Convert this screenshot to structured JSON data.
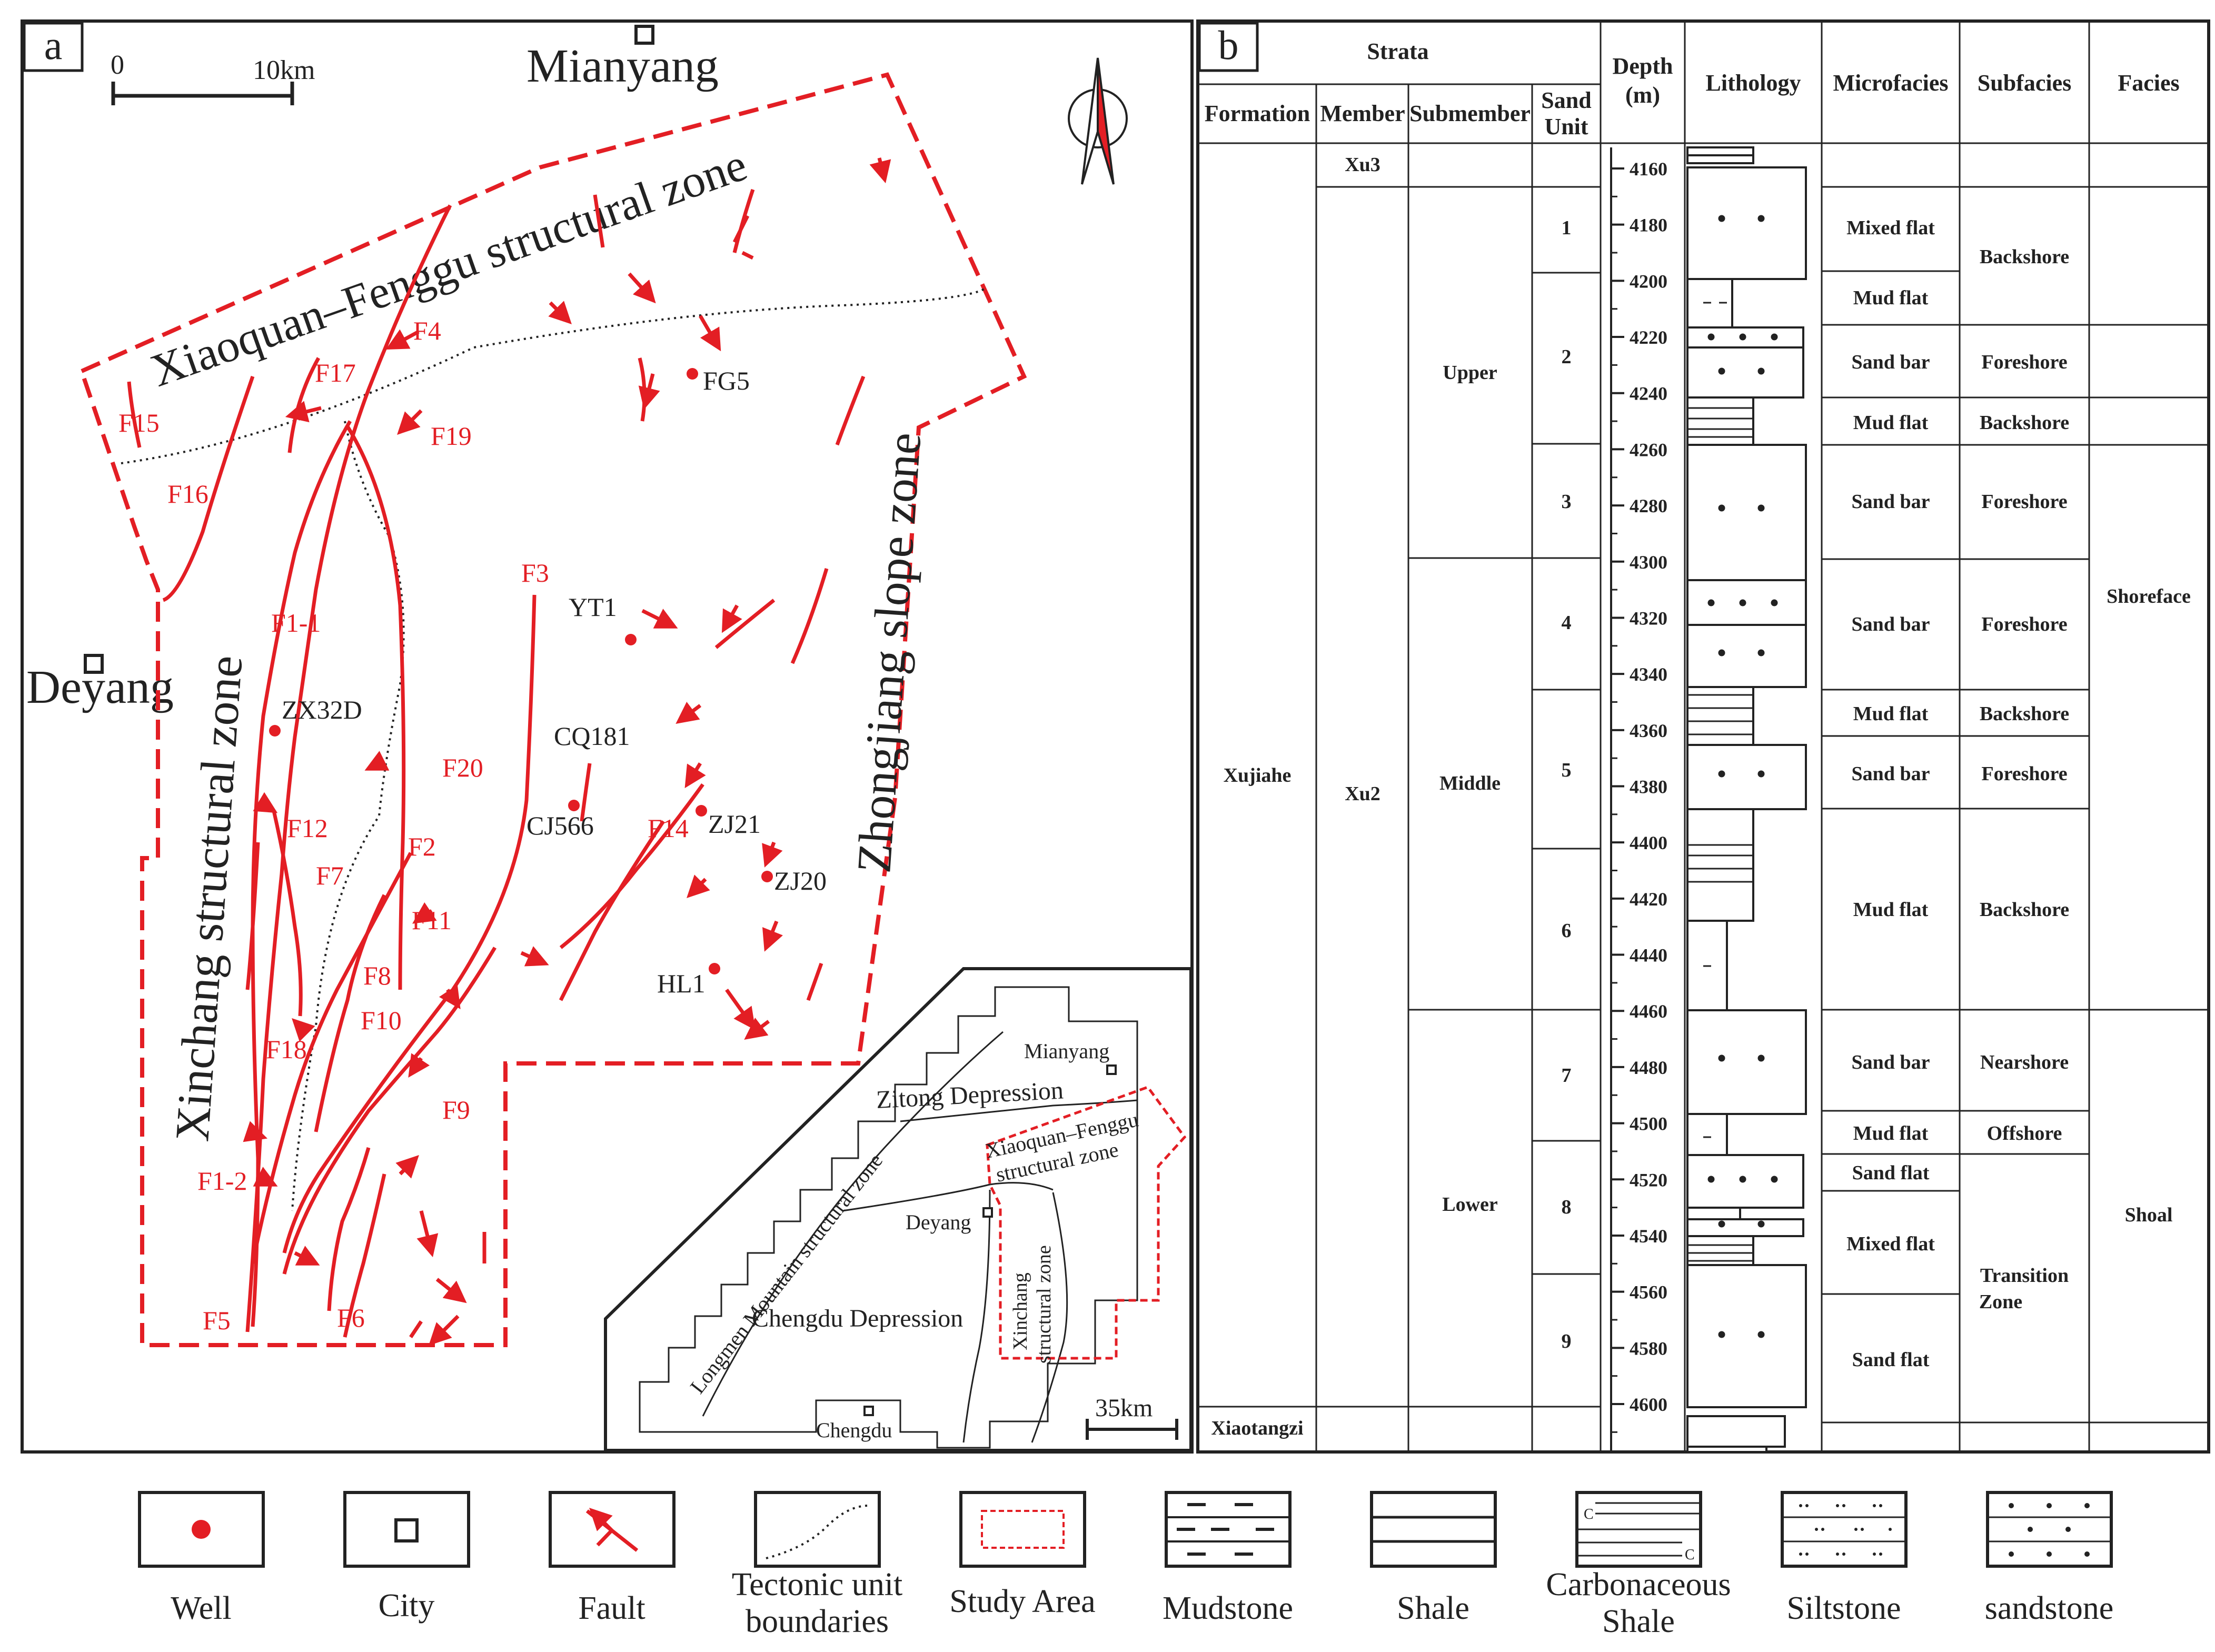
{
  "panel_a": {
    "label": "a",
    "scale": {
      "zero": "0",
      "distance": "10km"
    },
    "cities": [
      "Mianyang",
      "Deyang"
    ],
    "zones": {
      "north": "Xiaoquan–Fenggu structural zone",
      "west": "Xinchang structural zone",
      "east": "Zhongjiang slope zone"
    },
    "faults": [
      "F15",
      "F16",
      "F17",
      "F4",
      "F19",
      "F3",
      "F1-1",
      "F20",
      "F12",
      "F2",
      "F7",
      "F11",
      "F8",
      "F10",
      "F18",
      "F9",
      "F1-2",
      "F5",
      "F6",
      "F14"
    ],
    "wells": [
      "FG5",
      "YT1",
      "ZX32D",
      "CQ181",
      "CJ566",
      "ZJ21",
      "ZJ20",
      "HL1"
    ],
    "inset": {
      "units": [
        "Zitong Depression",
        "Longmen Mountain structural zone",
        "Xiaoquan–Fenggu",
        "structural zone",
        "Chengdu Depression",
        "Xinchang",
        "structural zone"
      ],
      "cities": [
        "Mianyang",
        "Deyang",
        "Chengdu"
      ],
      "scale": "35km"
    }
  },
  "panel_b": {
    "label": "b",
    "headers": {
      "strata": "Strata",
      "formation": "Formation",
      "member": "Member",
      "submember": "Submember",
      "sand_unit_1": "Sand",
      "sand_unit_2": "Unit",
      "depth_1": "Depth",
      "depth_2": "(m)",
      "lithology": "Lithology",
      "microfacies": "Microfacies",
      "subfacies": "Subfacies",
      "facies": "Facies"
    },
    "formations": [
      "Xujiahe",
      "Xiaotangzi"
    ],
    "members": [
      "Xu3",
      "Xu2"
    ],
    "submembers": [
      "Upper",
      "Middle",
      "Lower"
    ],
    "sand_units": [
      "1",
      "2",
      "3",
      "4",
      "5",
      "6",
      "7",
      "8",
      "9"
    ],
    "depth_ticks": [
      "4160",
      "4180",
      "4200",
      "4220",
      "4240",
      "4260",
      "4280",
      "4300",
      "4320",
      "4340",
      "4360",
      "4380",
      "4400",
      "4420",
      "4440",
      "4460",
      "4480",
      "4500",
      "4520",
      "4540",
      "4560",
      "4580",
      "4600"
    ],
    "microfacies": [
      "Mixed flat",
      "Mud flat",
      "Sand bar",
      "Mud flat",
      "Sand bar",
      "Sand bar",
      "Mud flat",
      "Sand bar",
      "Mud flat",
      "Sand bar",
      "Mud flat",
      "Sand flat",
      "Mixed flat",
      "Sand flat"
    ],
    "subfacies": [
      "Backshore",
      "Foreshore",
      "Backshore",
      "Foreshore",
      "Foreshore",
      "Backshore",
      "Foreshore",
      "Backshore",
      "Nearshore",
      "Offshore",
      "Transition",
      "Zone"
    ],
    "facies": [
      "Shoreface",
      "Shoal"
    ]
  },
  "legend": [
    {
      "label": "Well"
    },
    {
      "label": "City"
    },
    {
      "label": "Fault"
    },
    {
      "label": "Tectonic unit",
      "label2": "boundaries"
    },
    {
      "label": "Study Area"
    },
    {
      "label": "Mudstone"
    },
    {
      "label": "Shale"
    },
    {
      "label": "Carbonaceous",
      "label2": "Shale"
    },
    {
      "label": "Siltstone"
    },
    {
      "label": "sandstone"
    }
  ],
  "colors": {
    "fault": "#e31e24",
    "line": "#222222"
  }
}
